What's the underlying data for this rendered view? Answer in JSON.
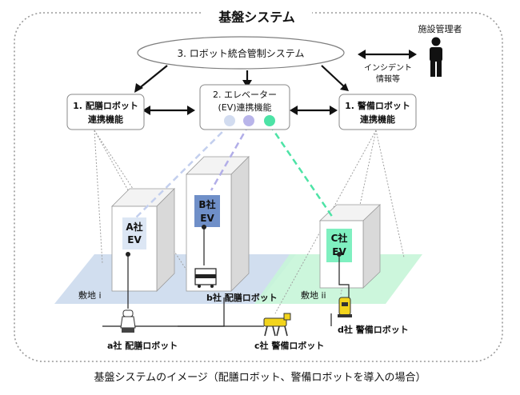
{
  "title": "基盤システム",
  "central": "3. ロボット統合管制システム",
  "module_left": [
    "1. 配膳ロボット",
    "連携機能"
  ],
  "module_center": [
    "2. エレベーター",
    "(EV)連携機能"
  ],
  "module_right": [
    "1. 警備ロボット",
    "連携機能"
  ],
  "manager_label": "施設管理者",
  "incident_label": [
    "インシデント",
    "情報等"
  ],
  "buildings": {
    "a": [
      "A社",
      "EV"
    ],
    "b": [
      "B社",
      "EV"
    ],
    "c": [
      "C社",
      "EV"
    ]
  },
  "site_i": "敷地 i",
  "site_ii": "敷地 ii",
  "robots": {
    "a": "a社 配膳ロボット",
    "b": "b社 配膳ロボット",
    "c": "c社 警備ロボット",
    "d": "d社 警備ロボット"
  },
  "caption": "基盤システムのイメージ（配膳ロボット、警備ロボットを導入の場合）",
  "colors": {
    "ev_a": "#dce6f4",
    "ev_b": "#6f8fc8",
    "ev_c": "#7ff0c0",
    "dot_a": "#d2dcf0",
    "dot_b": "#b9b5ea",
    "dot_c": "#4de3a6",
    "site_i": "#c9d8ec",
    "site_ii": "#c6f5d8",
    "robot_yellow": "#f2d41c"
  }
}
